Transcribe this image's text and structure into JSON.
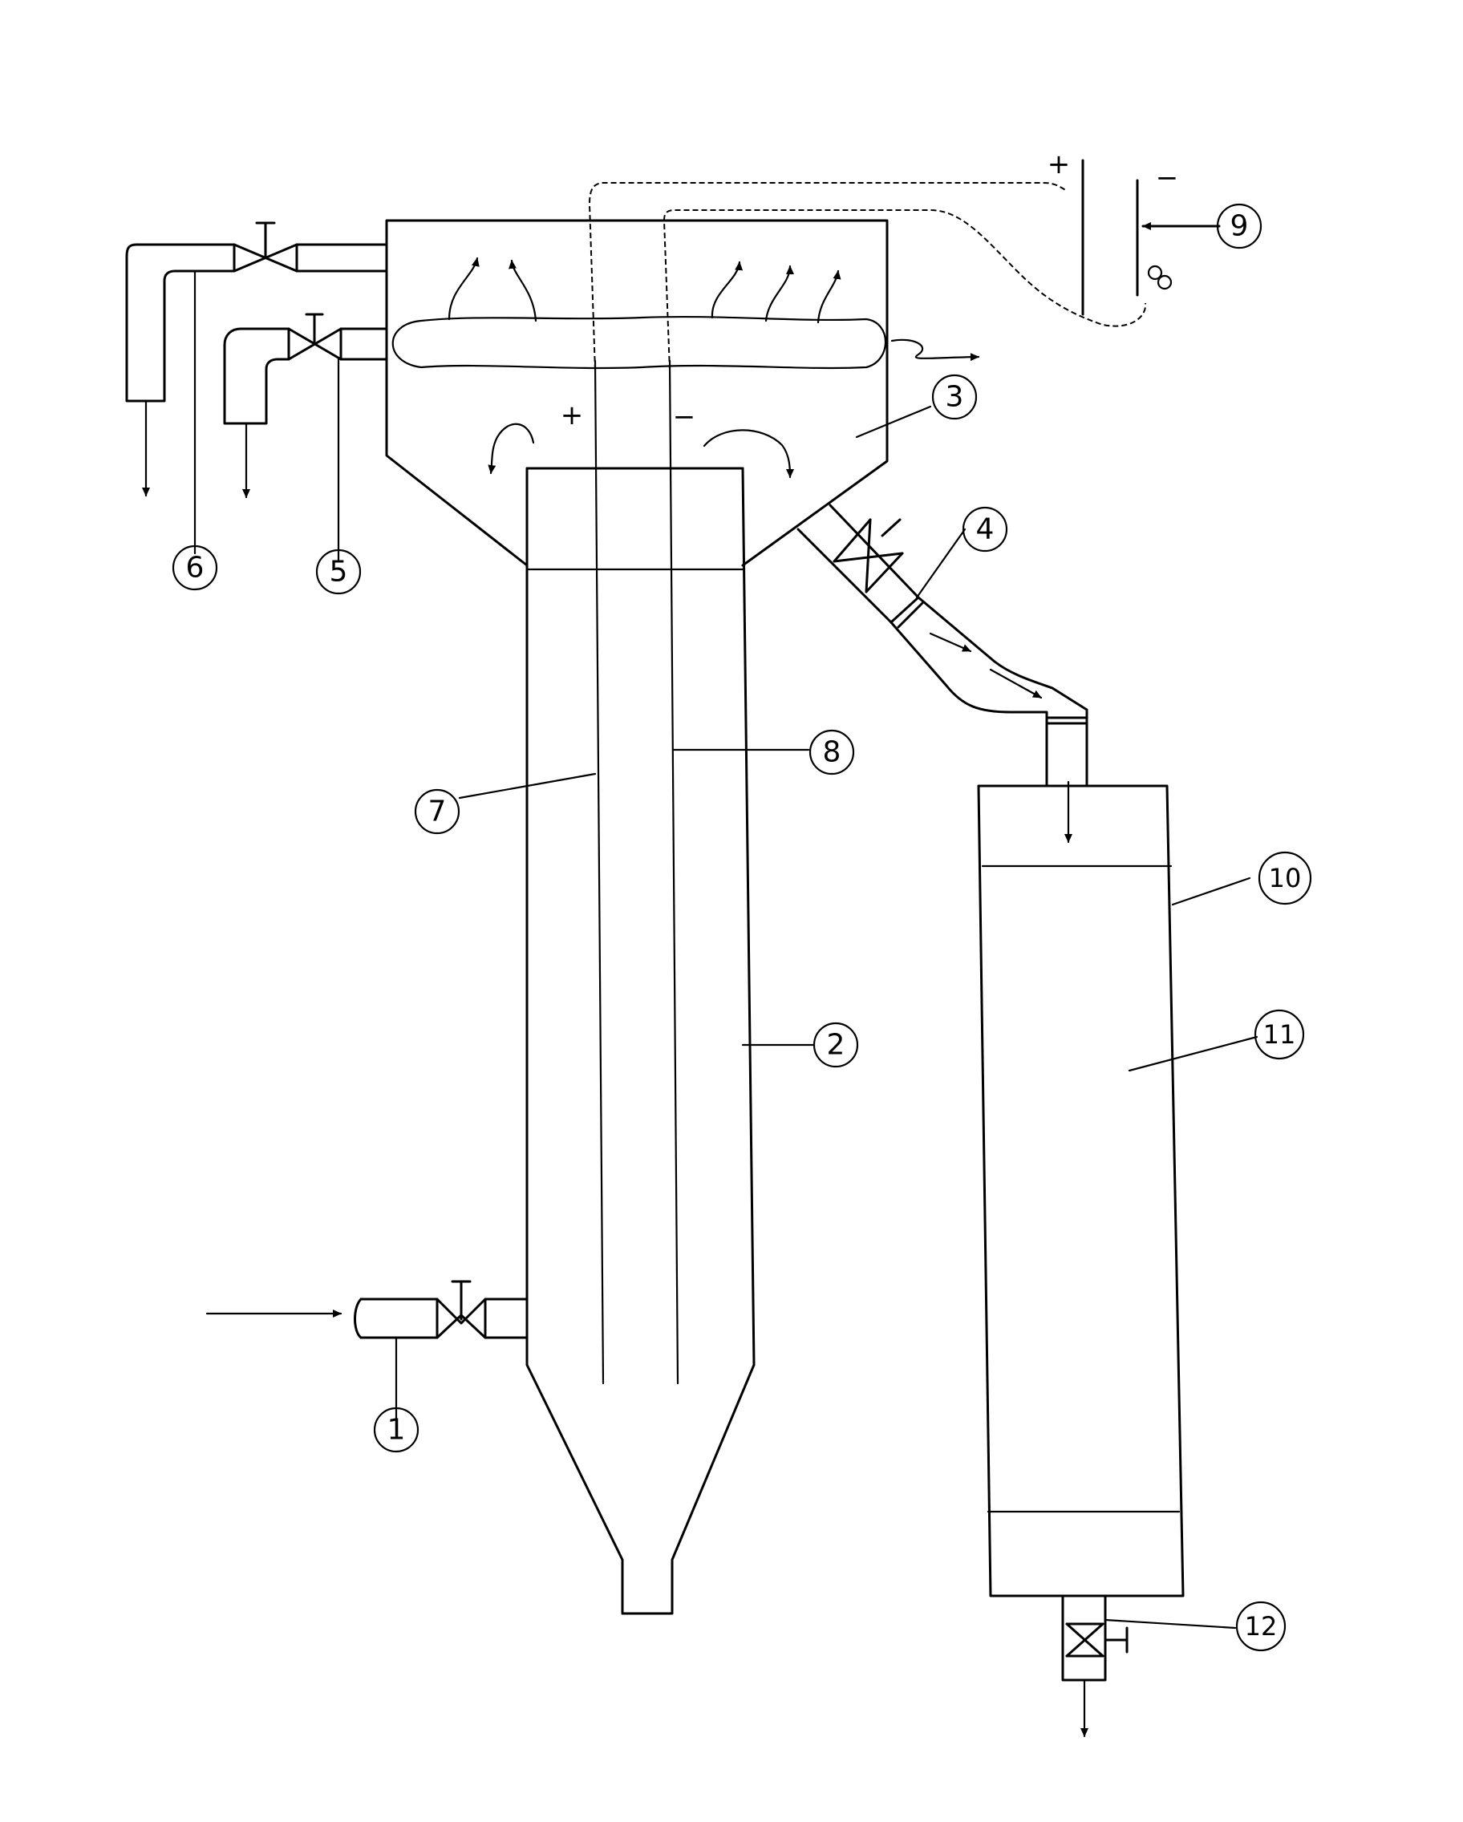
{
  "callouts": [
    {
      "id": "1",
      "text": "1"
    },
    {
      "id": "2",
      "text": "2"
    },
    {
      "id": "3",
      "text": "3"
    },
    {
      "id": "4",
      "text": "4"
    },
    {
      "id": "5",
      "text": "5"
    },
    {
      "id": "6",
      "text": "6"
    },
    {
      "id": "7",
      "text": "7"
    },
    {
      "id": "8",
      "text": "8"
    },
    {
      "id": "9",
      "text": "9"
    },
    {
      "id": "10",
      "text": "10"
    },
    {
      "id": "11",
      "text": "11"
    },
    {
      "id": "12",
      "text": "12"
    }
  ],
  "polarity": {
    "plus": "+",
    "minus": "−"
  }
}
